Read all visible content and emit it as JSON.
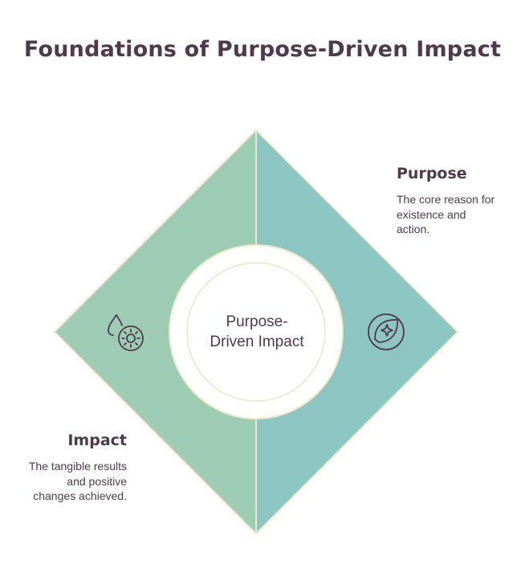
{
  "title": "Foundations of Purpose-Driven Impact",
  "center": {
    "label": "Purpose-\nDriven Impact"
  },
  "purpose": {
    "heading": "Purpose",
    "description_lines": [
      "The core reason for",
      "existence and",
      "action."
    ],
    "icon": "leaf-sparkle-icon"
  },
  "impact": {
    "heading": "Impact",
    "description_lines": [
      "The tangible results",
      "and positive",
      "changes achieved."
    ],
    "icon": "drop-gear-icon"
  },
  "colors": {
    "left_half": "#9dcbb4",
    "right_half": "#8cc5c1",
    "outline": "#ece8cc",
    "text": "#4f3a4b"
  }
}
